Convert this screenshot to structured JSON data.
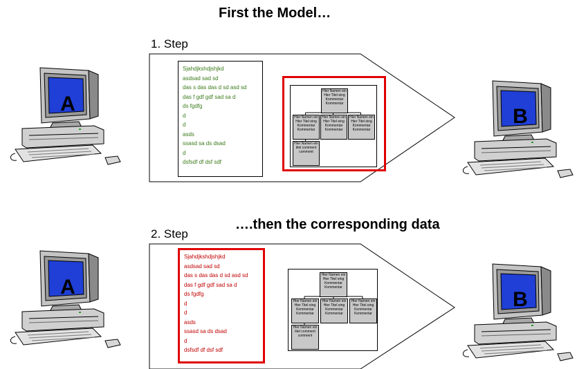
{
  "title": "First the Model…",
  "subtitle": "….then the corresponding data",
  "steps": [
    {
      "label": "1. Step"
    },
    {
      "label": "2. Step"
    }
  ],
  "computers": {
    "source": "A",
    "target": "B"
  },
  "text_lines": [
    "Sjahdjkshdjshjkd",
    "asdsad sad sd",
    "das s das das d sd asd sd",
    "das f gdf gdf  sad sa d",
    "ds fgdfg",
    "d",
    "d",
    "asds",
    "ssasd  sa ds dsad",
    "d",
    "dsfsdf df dsf sdf"
  ],
  "org_chart": {
    "root": "Hier Namen ein Hier Titel eing Kommentar Kommentar",
    "children": [
      "Hier Namen ein Hier Titel eing Kommentar Kommentar",
      "Hier Namen ein Hier Titel eing Kommentar Kommentar",
      "Hier Namen ein Hier Titel eing Kommentar Kommentar"
    ],
    "sub": "Hier Namen ein titel comment comment"
  },
  "colors": {
    "highlight": "#e00000",
    "text_green": "#3a7a1a",
    "screen_blue": "#1f3fd6"
  }
}
